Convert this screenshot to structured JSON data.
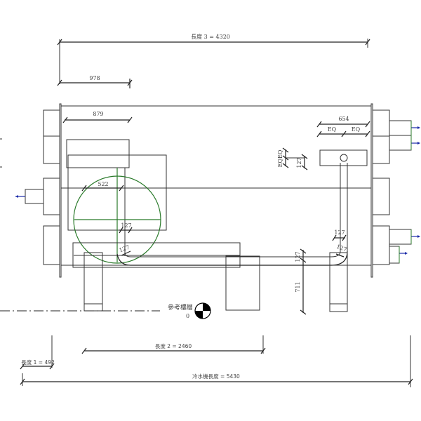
{
  "dimensions": {
    "length3": "長度 3 = 4320",
    "d978": "978",
    "d879": "879",
    "d522": "522",
    "d127a": "127",
    "d127b": "127",
    "d127c": "127",
    "d127d": "127",
    "d127e": "127",
    "d127f": "127",
    "d654": "654",
    "eq1": "EQ",
    "eq2": "EQ",
    "eqv": "EQEQ",
    "d711": "711",
    "length2": "長度 2 = 2460",
    "length1": "長度 1 = 492",
    "chiller_length": "冷水機長度 = 5430"
  },
  "level": {
    "name": "參考樓層",
    "elevation": "0"
  },
  "colors": {
    "circle": "#2a7a2a",
    "flow_arrow": "#1a2aa8"
  }
}
